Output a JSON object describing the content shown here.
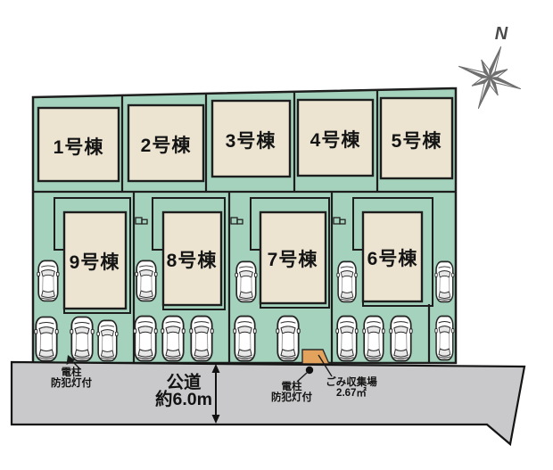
{
  "compass": {
    "north_label": "N"
  },
  "buildings": {
    "upper": [
      {
        "label": "1号棟"
      },
      {
        "label": "2号棟"
      },
      {
        "label": "3号棟"
      },
      {
        "label": "4号棟"
      },
      {
        "label": "5号棟"
      }
    ],
    "lower": [
      {
        "label": "9号棟"
      },
      {
        "label": "8号棟"
      },
      {
        "label": "7号棟"
      },
      {
        "label": "6号棟"
      }
    ]
  },
  "road": {
    "label_line1": "公道",
    "label_line2": "約6.0m"
  },
  "annotations": {
    "pole_left": {
      "line1": "電柱",
      "line2": "防犯灯付"
    },
    "pole_right": {
      "line1": "電柱",
      "line2": "防犯灯付"
    },
    "garbage": {
      "line1": "ごみ収集場",
      "line2": "2.67㎡"
    }
  },
  "colors": {
    "site_green": "#a5d2bc",
    "building_beige": "#ece4d1",
    "road_gray": "#c9c9cb",
    "garbage_orange": "#e4a35c",
    "outline": "#1d1d1d"
  }
}
